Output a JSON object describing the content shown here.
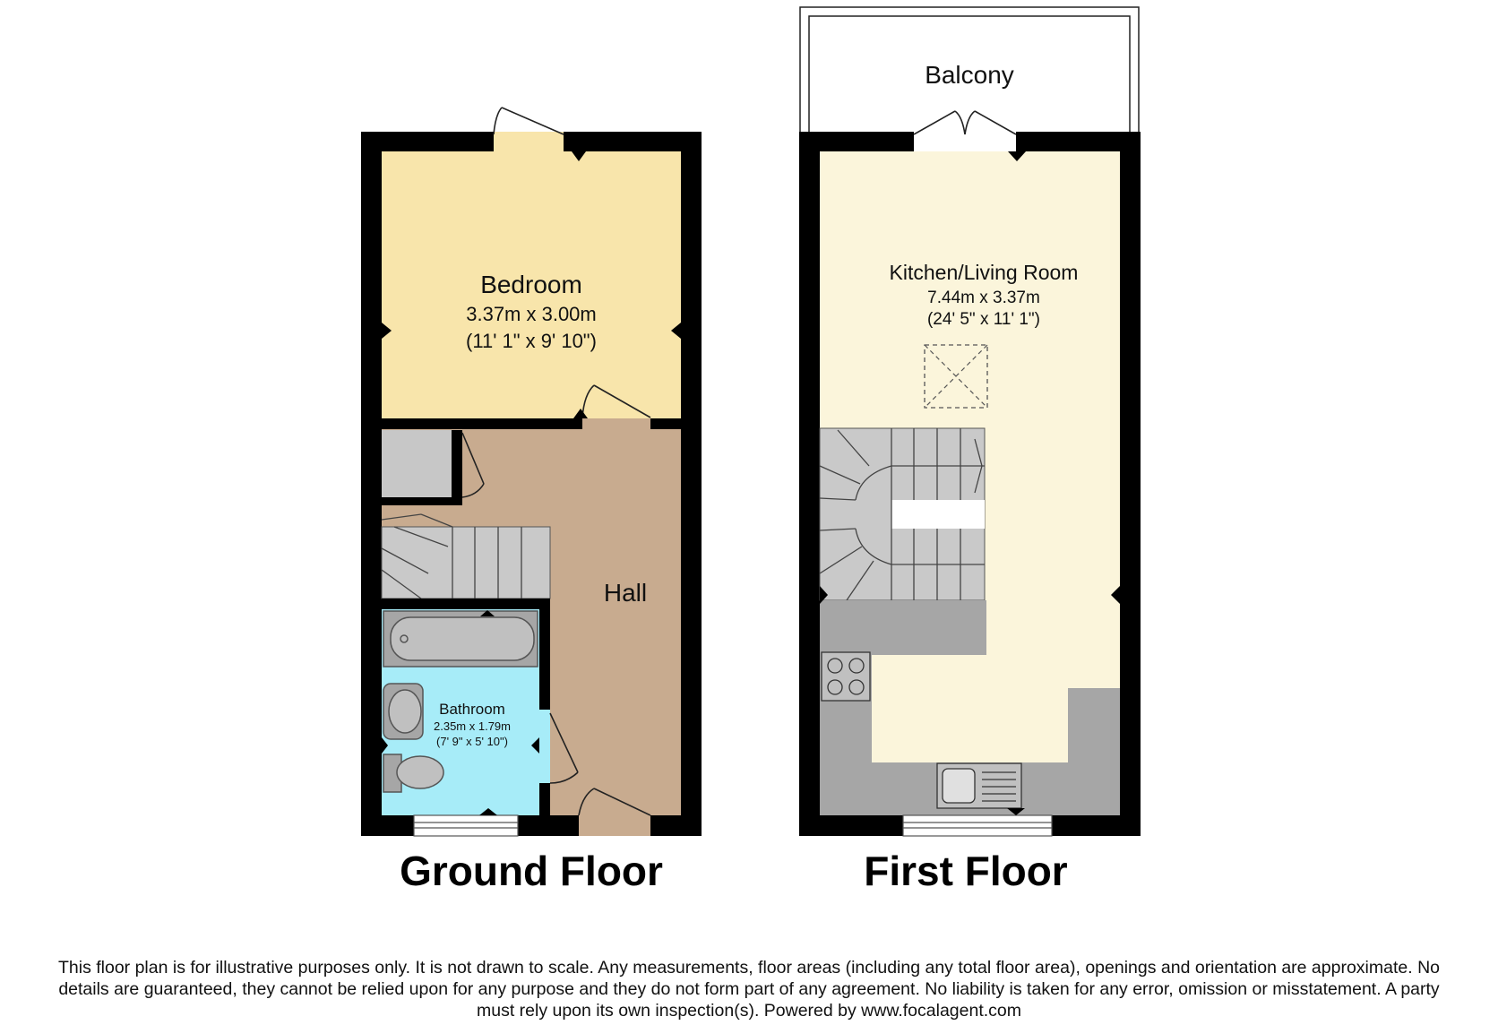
{
  "floors": {
    "ground": {
      "title": "Ground Floor",
      "rooms": {
        "bedroom": {
          "name": "Bedroom",
          "metric": "3.37m x 3.00m",
          "imperial": "(11' 1\" x 9' 10\")"
        },
        "hall": {
          "name": "Hall"
        },
        "bathroom": {
          "name": "Bathroom",
          "metric": "2.35m x 1.79m",
          "imperial": "(7' 9\" x 5' 10\")"
        }
      }
    },
    "first": {
      "title": "First Floor",
      "rooms": {
        "balcony": {
          "name": "Balcony"
        },
        "kitchen_living": {
          "name": "Kitchen/Living Room",
          "metric": "7.44m x 3.37m",
          "imperial": "(24' 5\" x 11' 1\")"
        }
      }
    }
  },
  "colors": {
    "wall": "#000000",
    "bedroom": "#f8e5ab",
    "hall": "#c8ab8f",
    "bathroom": "#a7ecf8",
    "kitchen_living": "#fbf5db",
    "fixtures": "#a6a6a6",
    "stairs": "#c9c9c9"
  },
  "disclaimer": {
    "line1": "This floor plan is for illustrative purposes only. It is not drawn to scale. Any measurements, floor areas (including any total floor area), openings and orientation are approximate. No",
    "line2": "details are guaranteed, they cannot be relied upon for any purpose and they do not form part of any agreement. No liability is taken for any error, omission or misstatement. A party",
    "line3": "must rely upon its own inspection(s). Powered by www.focalagent.com"
  }
}
